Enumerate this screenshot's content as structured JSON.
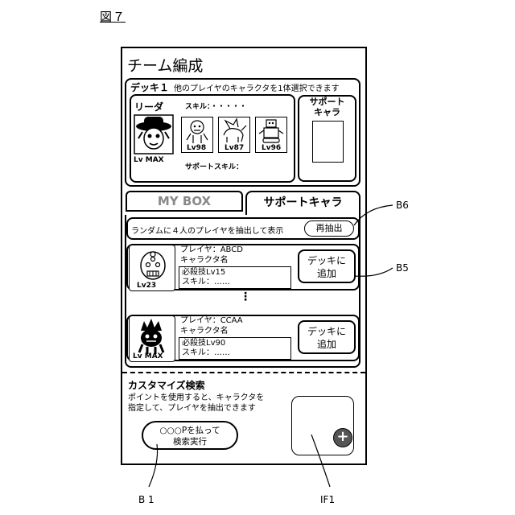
{
  "figure_label": "図７",
  "screen": {
    "title": "チーム編成",
    "deck": {
      "title": "デッキ１",
      "description": "他のプレイヤのキャラクタを1体選択できます",
      "leader_label": "リーダ",
      "leader_level": "Lv MAX",
      "skill_label": "スキル：・・・・・",
      "members": [
        {
          "level": "Lv98",
          "icon": "yeti-monster-icon"
        },
        {
          "level": "Lv87",
          "icon": "winged-horse-icon"
        },
        {
          "level": "Lv96",
          "icon": "robot-icon"
        }
      ],
      "support_skill_label": "サポートスキル：",
      "support_slot_label": "サポート\nキャラ"
    },
    "tabs": [
      {
        "label": "MY BOX",
        "active": false
      },
      {
        "label": "サポートキャラ",
        "active": true
      }
    ],
    "random_text": "ランダムに４人のプレイヤを抽出して表示",
    "redraw_button": "再抽出",
    "candidates": [
      {
        "player": "プレイヤ：ABCD",
        "character": "キャラクタ名",
        "special": "必殺技Lv15",
        "skill": "スキル：……",
        "level": "Lv23",
        "add_label_1": "デッキに",
        "add_label_2": "追加",
        "icon": "bald-man-icon"
      },
      {
        "player": "プレイヤ：CCAA",
        "character": "キャラクタ名",
        "special": "必殺技Lv90",
        "skill": "スキル：……",
        "level": "Lv MAX",
        "add_label_1": "デッキに",
        "add_label_2": "追加",
        "icon": "spiky-monster-icon"
      }
    ],
    "ellipsis": "⋮",
    "custom_search": {
      "title": "カスタマイズ検索",
      "desc_line1": "ポイントを使用すると、キャラクタを",
      "desc_line2": "指定して、プレイヤを抽出できます",
      "pay_line1": "○○○Pを払って",
      "pay_line2": "検索実行",
      "add_symbol": "+"
    }
  },
  "references": {
    "b6": "B6",
    "b5": "B5",
    "b1": "B 1",
    "if1": "IF1"
  }
}
